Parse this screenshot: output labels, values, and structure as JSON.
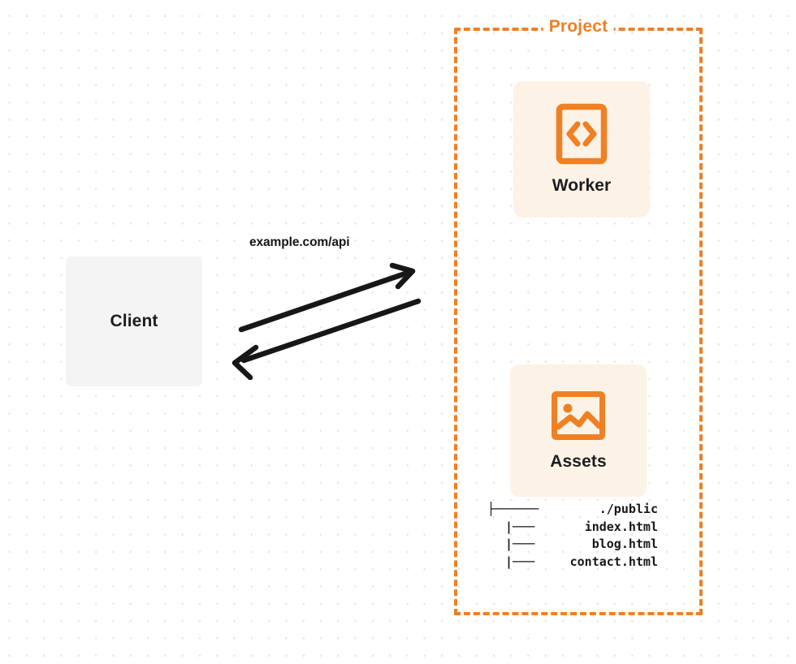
{
  "diagram": {
    "title_on_border": "Project",
    "colors": {
      "orange": "#ef8024",
      "card_fill": "#fdf2e6",
      "client_fill": "#f4f4f5",
      "text": "#1d1d1f",
      "dot_grid": "#e9e9ec"
    },
    "client": {
      "label": "Client"
    },
    "connection": {
      "label": "example.com/api",
      "request_direction": "client-to-project",
      "response_direction": "project-to-client"
    },
    "services": [
      {
        "id": "worker",
        "label": "Worker",
        "icon": "code-brackets-icon"
      },
      {
        "id": "assets",
        "label": "Assets",
        "icon": "image-icon"
      }
    ],
    "file_tree": {
      "root": {
        "branch": "├──────",
        "name": "./public"
      },
      "children": [
        {
          "branch": "|───",
          "name": "index.html"
        },
        {
          "branch": "|───",
          "name": "blog.html"
        },
        {
          "branch": "|───",
          "name": "contact.html"
        }
      ]
    }
  }
}
